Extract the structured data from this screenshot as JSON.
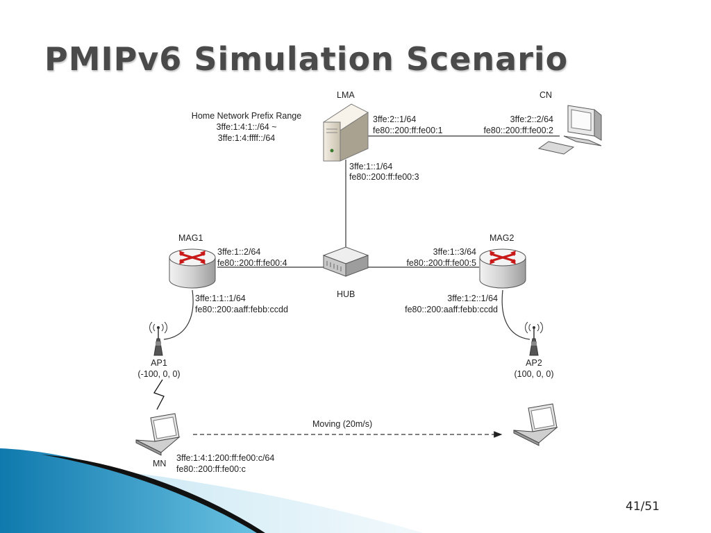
{
  "slide": {
    "title": "PMIPv6 Simulation Scenario",
    "page_number": "41/51",
    "accent_colors": [
      "#1f8fc0",
      "#6cc3e3",
      "#d8eef7",
      "#111111"
    ]
  },
  "prefix_range": {
    "line1": "Home Network Prefix Range",
    "line2": "3ffe:1:4:1::/64 ~",
    "line3": "3ffe:1:4:ffff::/64"
  },
  "nodes": {
    "lma": {
      "label": "LMA",
      "icon": "server-icon",
      "cn_side_addr1": "3ffe:2::1/64",
      "cn_side_addr2": "fe80::200:ff:fe00:1",
      "hub_side_addr1": "3ffe:1::1/64",
      "hub_side_addr2": "fe80::200:ff:fe00:3"
    },
    "cn": {
      "label": "CN",
      "icon": "desktop-computer-icon",
      "addr1": "3ffe:2::2/64",
      "addr2": "fe80::200:ff:fe00:2"
    },
    "hub": {
      "label": "HUB",
      "icon": "hub-icon"
    },
    "mag1": {
      "label": "MAG1",
      "icon": "router-icon",
      "hub_side_addr1": "3ffe:1::2/64",
      "hub_side_addr2": "fe80::200:ff:fe00:4",
      "ap_side_addr1": "3ffe:1:1::1/64",
      "ap_side_addr2": "fe80::200:aaff:febb:ccdd"
    },
    "mag2": {
      "label": "MAG2",
      "icon": "router-icon",
      "hub_side_addr1": "3ffe:1::3/64",
      "hub_side_addr2": "fe80::200:ff:fe00:5",
      "ap_side_addr1": "3ffe:1:2::1/64",
      "ap_side_addr2": "fe80::200:aaff:febb:ccdd"
    },
    "ap1": {
      "label": "AP1",
      "coords": "(-100, 0, 0)",
      "icon": "antenna-icon"
    },
    "ap2": {
      "label": "AP2",
      "coords": "(100, 0, 0)",
      "icon": "antenna-icon"
    },
    "mn": {
      "label": "MN",
      "icon": "laptop-icon",
      "addr1": "3ffe:1:4:1:200:ff:fe00:c/64",
      "addr2": "fe80::200:ff:fe00:c"
    }
  },
  "movement": {
    "label": "Moving (20m/s)"
  }
}
